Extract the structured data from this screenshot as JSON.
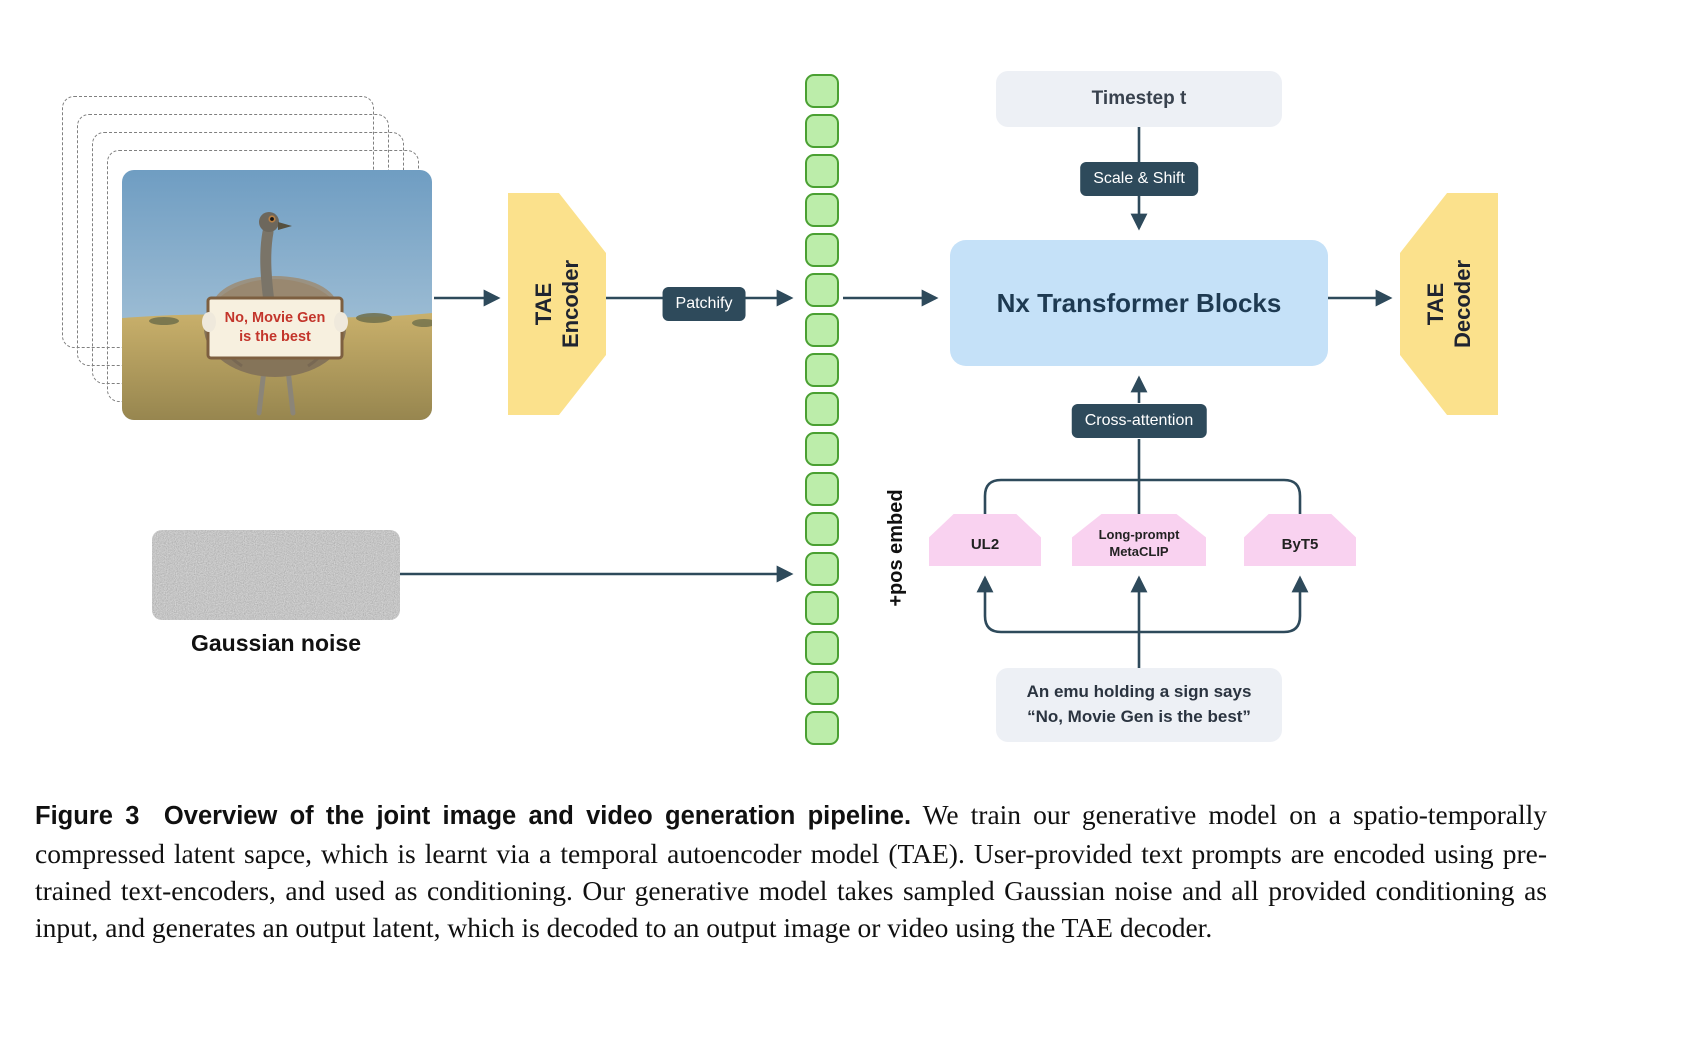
{
  "diagram": {
    "photo": {
      "sign_line1": "No, Movie Gen",
      "sign_line2": "is the best"
    },
    "tae_encoder": {
      "line1": "TAE",
      "line2": "Encoder"
    },
    "tae_decoder": {
      "line1": "TAE",
      "line2": "Decoder"
    },
    "patchify_label": "Patchify",
    "tokens": {
      "count": 17
    },
    "pos_embed_label": "+pos embed",
    "gaussian_noise_label": "Gaussian noise",
    "transformer_label": "Nx Transformer Blocks",
    "timestep_label": "Timestep t",
    "scale_shift_label": "Scale & Shift",
    "cross_attention_label": "Cross-attention",
    "text_encoders": {
      "ul2_label": "UL2",
      "metaclip_line1": "Long-prompt",
      "metaclip_line2": "MetaCLIP",
      "byt5_label": "ByT5"
    },
    "prompt": {
      "line1": "An emu holding a sign says",
      "line2": "“No, Movie Gen is the best”"
    },
    "colors": {
      "arrow_dark": "#2e4a5b",
      "encoder_yellow": "#fbe18c",
      "transformer_blue": "#c5e1f8",
      "token_green_fill": "#bcedaa",
      "token_green_border": "#4aa032",
      "text_encoder_pink": "#f9d2f0",
      "panel_gray": "#edf0f5"
    }
  },
  "caption": {
    "label": "Figure 3",
    "title_bold": "Overview of the joint image and video generation pipeline.",
    "body": "We train our generative model on a spatio-temporally compressed latent sapce, which is learnt via a temporal autoencoder model (TAE). User-provided text prompts are encoded using pre-trained text-encoders, and used as conditioning. Our generative model takes sampled Gaussian noise and all provided conditioning as input, and generates an output latent, which is decoded to an output image or video using the TAE decoder."
  }
}
